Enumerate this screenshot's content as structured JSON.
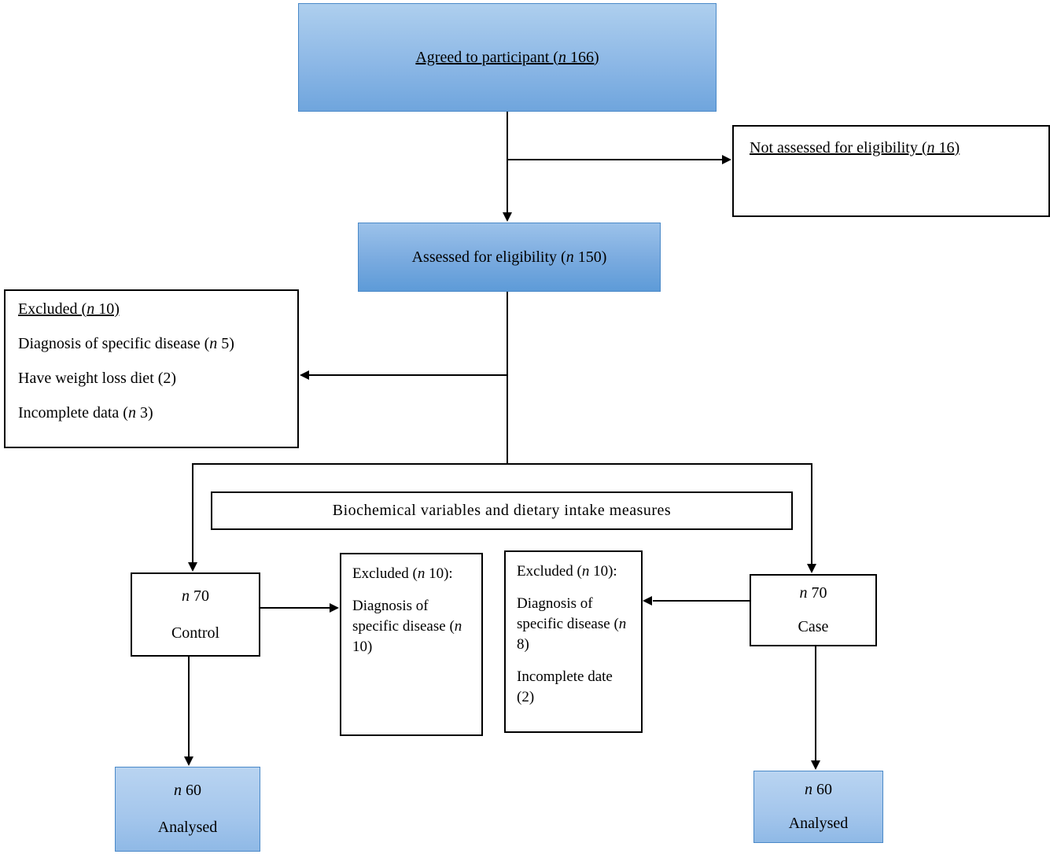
{
  "colors": {
    "line": "#000000",
    "blue_fill_light": "#aecfee",
    "blue_fill_dark": "#6fa5dd",
    "blue_border": "#4a89c8"
  },
  "boxes": {
    "agreed": {
      "label": [
        {
          "t": "Agreed to participant (",
          "i": false
        },
        {
          "t": "n",
          "i": true
        },
        {
          "t": " 166)",
          "i": false
        }
      ]
    },
    "not_assessed": {
      "label": [
        {
          "t": "Not assessed for eligibility (",
          "i": false
        },
        {
          "t": "n",
          "i": true
        },
        {
          "t": " 16)",
          "i": false
        }
      ]
    },
    "assessed": {
      "label": [
        {
          "t": "Assessed for eligibility (",
          "i": false
        },
        {
          "t": "n",
          "i": true
        },
        {
          "t": " 150)",
          "i": false
        }
      ]
    },
    "excluded_top": {
      "title": [
        {
          "t": "Excluded (",
          "i": false
        },
        {
          "t": "n",
          "i": true
        },
        {
          "t": " 10)",
          "i": false
        }
      ],
      "line1": [
        {
          "t": "Diagnosis of specific disease (",
          "i": false
        },
        {
          "t": "n",
          "i": true
        },
        {
          "t": " 5)",
          "i": false
        }
      ],
      "line2": [
        {
          "t": "Have weight loss diet (2)",
          "i": false
        }
      ],
      "line3": [
        {
          "t": "Incomplete data (",
          "i": false
        },
        {
          "t": "n",
          "i": true
        },
        {
          "t": " 3)",
          "i": false
        }
      ]
    },
    "biochemical": {
      "label": [
        {
          "t": "Biochemical variables and dietary intake measures",
          "i": false
        }
      ]
    },
    "control": {
      "n_line": [
        {
          "t": "n",
          "i": true
        },
        {
          "t": " 70",
          "i": false
        }
      ],
      "name": [
        {
          "t": "Control",
          "i": false
        }
      ]
    },
    "case": {
      "n_line": [
        {
          "t": "n",
          "i": true
        },
        {
          "t": " 70",
          "i": false
        }
      ],
      "name": [
        {
          "t": "Case",
          "i": false
        }
      ]
    },
    "excluded_control": {
      "title": [
        {
          "t": "Excluded (",
          "i": false
        },
        {
          "t": "n",
          "i": true
        },
        {
          "t": " 10):",
          "i": false
        }
      ],
      "body": [
        {
          "t": "Diagnosis of specific disease (",
          "i": false
        },
        {
          "t": "n",
          "i": true
        },
        {
          "t": " 10)",
          "i": false
        }
      ]
    },
    "excluded_case": {
      "title": [
        {
          "t": "Excluded (",
          "i": false
        },
        {
          "t": "n",
          "i": true
        },
        {
          "t": " 10):",
          "i": false
        }
      ],
      "body1": [
        {
          "t": "Diagnosis of specific disease (",
          "i": false
        },
        {
          "t": "n",
          "i": true
        },
        {
          "t": " 8)",
          "i": false
        }
      ],
      "body2": [
        {
          "t": "Incomplete date (2)",
          "i": false
        }
      ]
    },
    "analysed_left": {
      "n_line": [
        {
          "t": "n",
          "i": true
        },
        {
          "t": " 60",
          "i": false
        }
      ],
      "name": [
        {
          "t": "Analysed",
          "i": false
        }
      ]
    },
    "analysed_right": {
      "n_line": [
        {
          "t": "n",
          "i": true
        },
        {
          "t": " 60",
          "i": false
        }
      ],
      "name": [
        {
          "t": "Analysed",
          "i": false
        }
      ]
    }
  }
}
